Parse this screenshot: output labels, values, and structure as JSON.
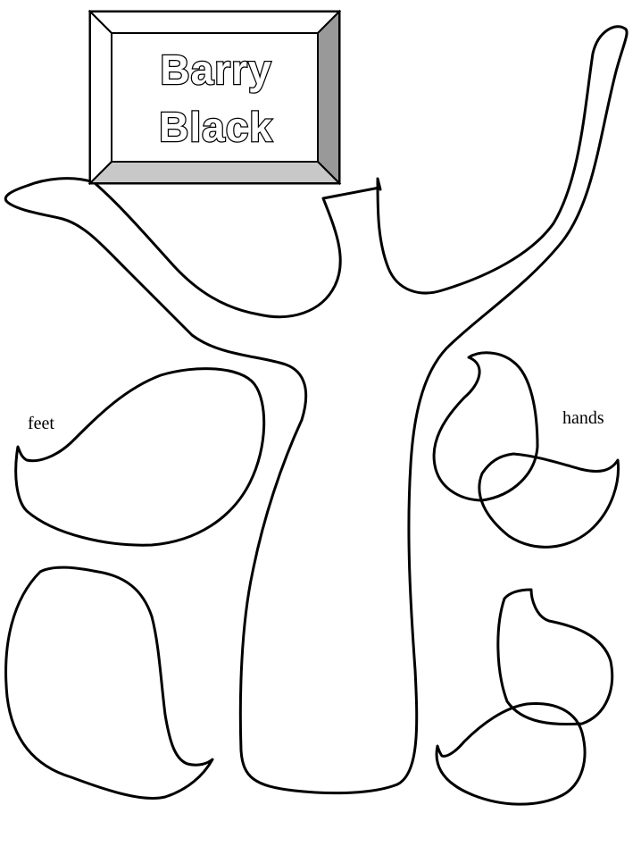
{
  "title_sign": {
    "line1": "Barry",
    "line2": "Black"
  },
  "labels": {
    "feet": "feet",
    "hands": "hands"
  },
  "colors": {
    "outline": "#000000",
    "sign_frame_dark": "#999999",
    "sign_frame_light": "#c8c8c8",
    "background": "#ffffff"
  }
}
